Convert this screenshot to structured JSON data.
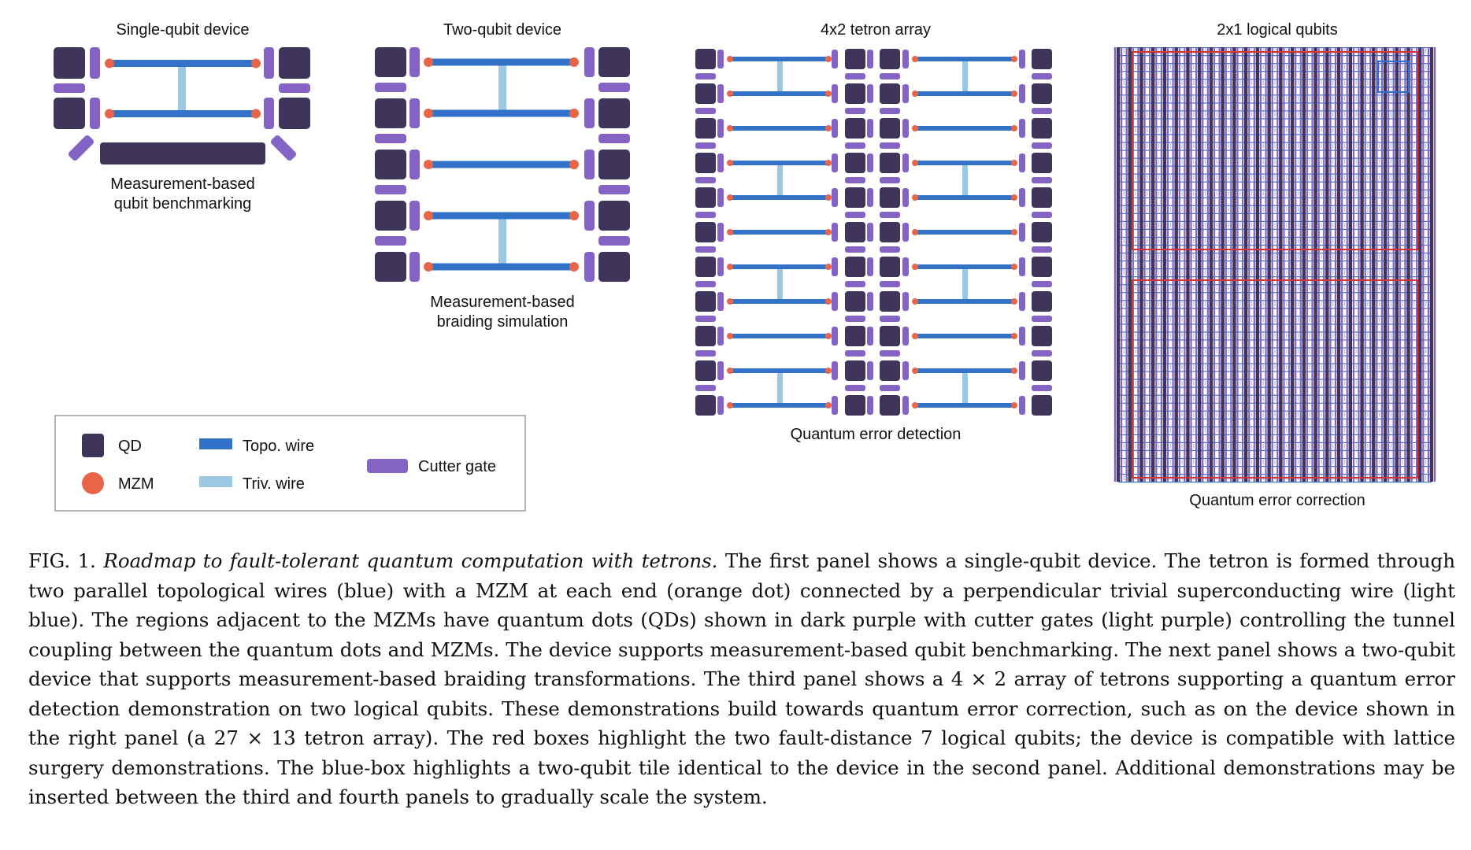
{
  "panels": {
    "single": {
      "title": "Single-qubit device",
      "subtitle_line1": "Measurement-based",
      "subtitle_line2": "qubit benchmarking"
    },
    "two": {
      "title": "Two-qubit device",
      "subtitle_line1": "Measurement-based",
      "subtitle_line2": "braiding simulation"
    },
    "array": {
      "title": "4x2 tetron array",
      "subtitle": "Quantum error detection"
    },
    "logical": {
      "title": "2x1 logical qubits",
      "subtitle": "Quantum error correction"
    }
  },
  "legend": {
    "qd": "QD",
    "mzm": "MZM",
    "topo": "Topo. wire",
    "triv": "Triv. wire",
    "cutter": "Cutter gate"
  },
  "colors": {
    "qd": "#3f3459",
    "cutter": "#8563c4",
    "topo_wire": "#3273c9",
    "triv_wire": "#9cc8e6",
    "mzm": "#e8654a",
    "logical_box": "#d4333a",
    "tile_box": "#2f6fd0"
  },
  "caption": {
    "label": "FIG. 1.",
    "title": "Roadmap to fault-tolerant quantum computation with tetrons.",
    "body": "The first panel shows a single-qubit device. The tetron is formed through two parallel topological wires (blue) with a MZM at each end (orange dot) connected by a perpendicular trivial superconducting wire (light blue). The regions adjacent to the MZMs have quantum dots (QDs) shown in dark purple with cutter gates (light purple) controlling the tunnel coupling between the quantum dots and MZMs. The device supports measurement-based qubit benchmarking. The next panel shows a two-qubit device that supports measurement-based braiding transformations. The third panel shows a 4 × 2 array of tetrons supporting a quantum error detection demonstration on two logical qubits. These demonstrations build towards quantum error correction, such as on the device shown in the right panel (a 27 × 13 tetron array). The red boxes highlight the two fault-distance 7 logical qubits; the device is compatible with lattice surgery demonstrations. The blue-box highlights a two-qubit tile identical to the device in the second panel. Additional demonstrations may be inserted between the third and fourth panels to gradually scale the system."
  }
}
